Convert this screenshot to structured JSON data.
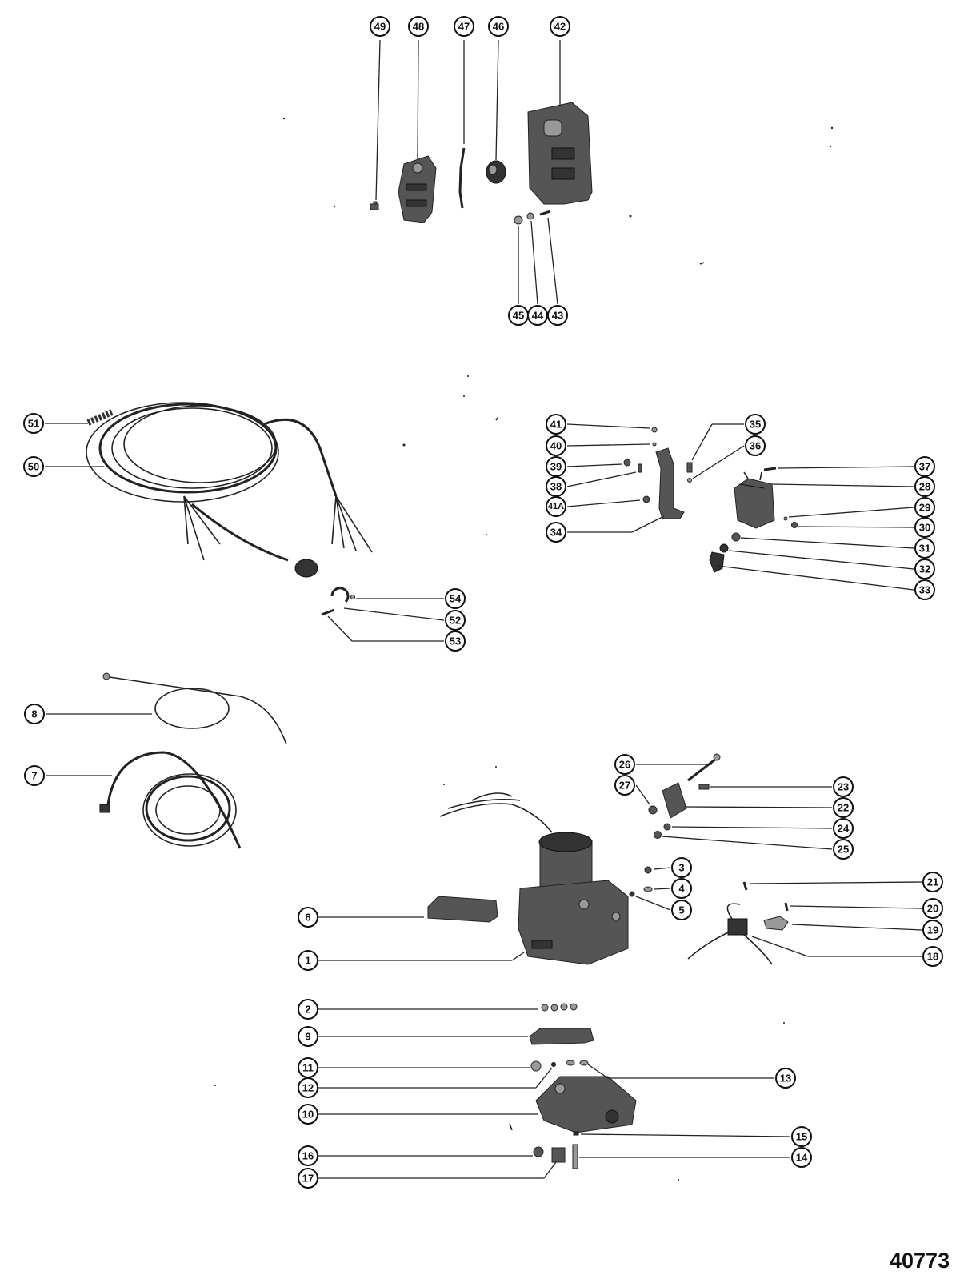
{
  "diagram_number": "40773",
  "callouts": {
    "c49": "49",
    "c48": "48",
    "c47": "47",
    "c46": "46",
    "c42": "42",
    "c45": "45",
    "c44": "44",
    "c43": "43",
    "c51": "51",
    "c50": "50",
    "c54": "54",
    "c52": "52",
    "c53": "53",
    "c41": "41",
    "c40": "40",
    "c39": "39",
    "c38": "38",
    "c41a": "41A",
    "c34": "34",
    "c35": "35",
    "c36": "36",
    "c37": "37",
    "c28": "28",
    "c29": "29",
    "c30": "30",
    "c31": "31",
    "c32": "32",
    "c33": "33",
    "c8": "8",
    "c7": "7",
    "c26": "26",
    "c27": "27",
    "c23": "23",
    "c22": "22",
    "c24": "24",
    "c25": "25",
    "c3": "3",
    "c4": "4",
    "c5": "5",
    "c6": "6",
    "c1": "1",
    "c21": "21",
    "c20": "20",
    "c19": "19",
    "c18": "18",
    "c2": "2",
    "c9": "9",
    "c11": "11",
    "c12": "12",
    "c13": "13",
    "c10": "10",
    "c15": "15",
    "c14": "14",
    "c16": "16",
    "c17": "17"
  }
}
